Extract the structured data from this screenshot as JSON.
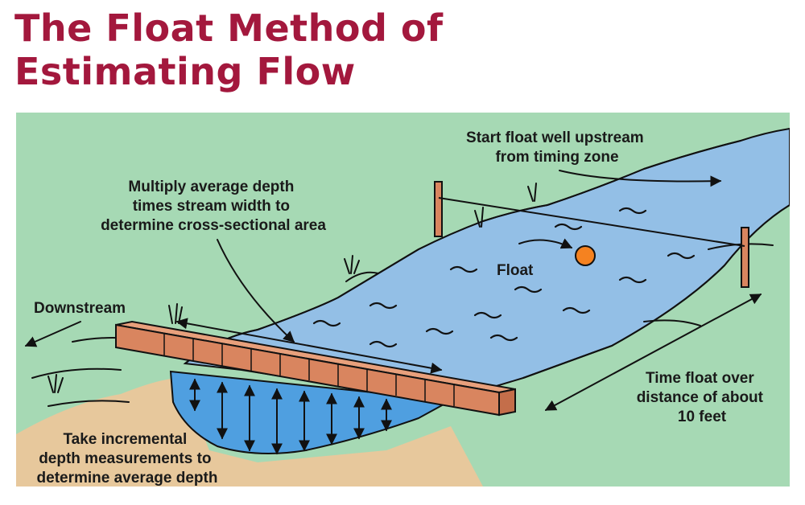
{
  "title": {
    "line1": "The Float Method of",
    "line2": "Estimating Flow"
  },
  "labels": {
    "start_float": [
      "Start float well upstream",
      "from timing zone"
    ],
    "multiply": [
      "Multiply average depth",
      "times stream width to",
      "determine cross-sectional area"
    ],
    "float": "Float",
    "downstream": "Downstream",
    "time_float": [
      "Time float over",
      "distance of about",
      "10 feet"
    ],
    "take_depth": [
      "Take incremental",
      "depth measurements to",
      "determine average depth"
    ]
  },
  "colors": {
    "title": "#a3183d",
    "grass": "#a6d9b4",
    "water": "#93bfe6",
    "water_section": "#4f9fe0",
    "soil": "#e7c89c",
    "plank": "#d9855f",
    "float": "#f58220"
  }
}
